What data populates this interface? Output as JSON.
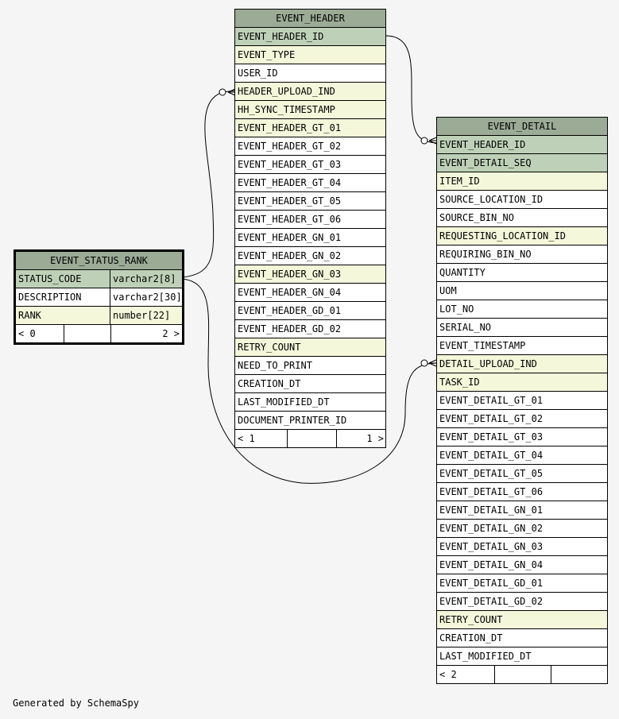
{
  "credit": "Generated by SchemaSpy",
  "event_header": {
    "title": "EVENT_HEADER",
    "columns": [
      {
        "name": "EVENT_HEADER_ID",
        "kind": "pk"
      },
      {
        "name": "EVENT_TYPE",
        "kind": "fk"
      },
      {
        "name": "USER_ID",
        "kind": "plain"
      },
      {
        "name": "HEADER_UPLOAD_IND",
        "kind": "fk"
      },
      {
        "name": "HH_SYNC_TIMESTAMP",
        "kind": "fk"
      },
      {
        "name": "EVENT_HEADER_GT_01",
        "kind": "fk"
      },
      {
        "name": "EVENT_HEADER_GT_02",
        "kind": "plain"
      },
      {
        "name": "EVENT_HEADER_GT_03",
        "kind": "plain"
      },
      {
        "name": "EVENT_HEADER_GT_04",
        "kind": "plain"
      },
      {
        "name": "EVENT_HEADER_GT_05",
        "kind": "plain"
      },
      {
        "name": "EVENT_HEADER_GT_06",
        "kind": "plain"
      },
      {
        "name": "EVENT_HEADER_GN_01",
        "kind": "plain"
      },
      {
        "name": "EVENT_HEADER_GN_02",
        "kind": "plain"
      },
      {
        "name": "EVENT_HEADER_GN_03",
        "kind": "fk"
      },
      {
        "name": "EVENT_HEADER_GN_04",
        "kind": "plain"
      },
      {
        "name": "EVENT_HEADER_GD_01",
        "kind": "plain"
      },
      {
        "name": "EVENT_HEADER_GD_02",
        "kind": "plain"
      },
      {
        "name": "RETRY_COUNT",
        "kind": "fk"
      },
      {
        "name": "NEED_TO_PRINT",
        "kind": "plain"
      },
      {
        "name": "CREATION_DT",
        "kind": "plain"
      },
      {
        "name": "LAST_MODIFIED_DT",
        "kind": "plain"
      },
      {
        "name": "DOCUMENT_PRINTER_ID",
        "kind": "plain"
      }
    ],
    "footer": {
      "parents": "< 1",
      "rows": "",
      "children": "1 >"
    }
  },
  "event_detail": {
    "title": "EVENT_DETAIL",
    "columns": [
      {
        "name": "EVENT_HEADER_ID",
        "kind": "pk"
      },
      {
        "name": "EVENT_DETAIL_SEQ",
        "kind": "pk"
      },
      {
        "name": "ITEM_ID",
        "kind": "fk"
      },
      {
        "name": "SOURCE_LOCATION_ID",
        "kind": "plain"
      },
      {
        "name": "SOURCE_BIN_NO",
        "kind": "plain"
      },
      {
        "name": "REQUESTING_LOCATION_ID",
        "kind": "fk"
      },
      {
        "name": "REQUIRING_BIN_NO",
        "kind": "plain"
      },
      {
        "name": "QUANTITY",
        "kind": "plain"
      },
      {
        "name": "UOM",
        "kind": "plain"
      },
      {
        "name": "LOT_NO",
        "kind": "plain"
      },
      {
        "name": "SERIAL_NO",
        "kind": "plain"
      },
      {
        "name": "EVENT_TIMESTAMP",
        "kind": "plain"
      },
      {
        "name": "DETAIL_UPLOAD_IND",
        "kind": "fk"
      },
      {
        "name": "TASK_ID",
        "kind": "fk"
      },
      {
        "name": "EVENT_DETAIL_GT_01",
        "kind": "plain"
      },
      {
        "name": "EVENT_DETAIL_GT_02",
        "kind": "plain"
      },
      {
        "name": "EVENT_DETAIL_GT_03",
        "kind": "plain"
      },
      {
        "name": "EVENT_DETAIL_GT_04",
        "kind": "plain"
      },
      {
        "name": "EVENT_DETAIL_GT_05",
        "kind": "plain"
      },
      {
        "name": "EVENT_DETAIL_GT_06",
        "kind": "plain"
      },
      {
        "name": "EVENT_DETAIL_GN_01",
        "kind": "plain"
      },
      {
        "name": "EVENT_DETAIL_GN_02",
        "kind": "plain"
      },
      {
        "name": "EVENT_DETAIL_GN_03",
        "kind": "plain"
      },
      {
        "name": "EVENT_DETAIL_GN_04",
        "kind": "plain"
      },
      {
        "name": "EVENT_DETAIL_GD_01",
        "kind": "plain"
      },
      {
        "name": "EVENT_DETAIL_GD_02",
        "kind": "plain"
      },
      {
        "name": "RETRY_COUNT",
        "kind": "fk"
      },
      {
        "name": "CREATION_DT",
        "kind": "plain"
      },
      {
        "name": "LAST_MODIFIED_DT",
        "kind": "plain"
      }
    ],
    "footer": {
      "parents": "< 2",
      "rows": "",
      "children": ""
    }
  },
  "event_status_rank": {
    "title": "EVENT_STATUS_RANK",
    "columns": [
      {
        "name": "STATUS_CODE",
        "type": "varchar2[8]",
        "kind": "pk"
      },
      {
        "name": "DESCRIPTION",
        "type": "varchar2[30]",
        "kind": "plain"
      },
      {
        "name": "RANK",
        "type": "number[22]",
        "kind": "fk"
      }
    ],
    "footer": {
      "parents": "< 0",
      "rows": "",
      "children": "2 >"
    }
  },
  "colors": {
    "pk": "#bed1b8",
    "fk": "#f4f7da",
    "header": "#9bab96",
    "background": "#f5f5f5"
  }
}
